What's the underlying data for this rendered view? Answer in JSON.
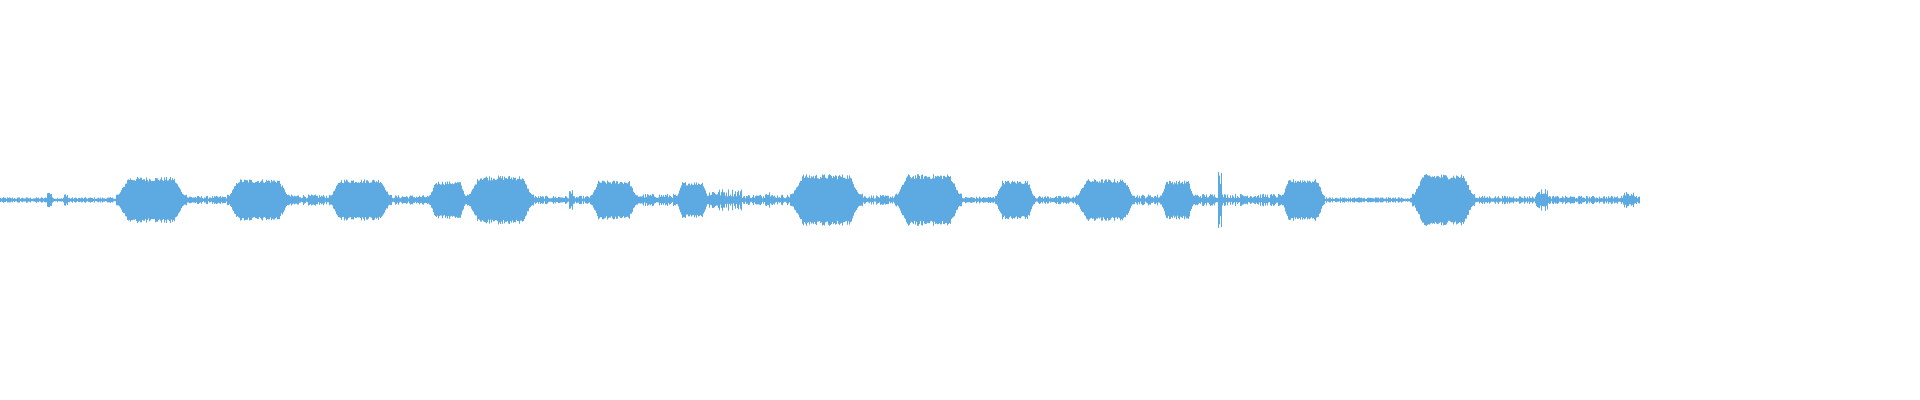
{
  "waveform": {
    "wave_color": "#5DA9E1",
    "background_color": "#FFFFFF",
    "progress": 0.854,
    "segments": [
      {
        "start": 0.0,
        "end": 0.06,
        "amp": 0.04,
        "kind": "quiet"
      },
      {
        "start": 0.024,
        "end": 0.027,
        "amp": 0.12,
        "kind": "spike"
      },
      {
        "start": 0.033,
        "end": 0.035,
        "amp": 0.1,
        "kind": "spike"
      },
      {
        "start": 0.06,
        "end": 0.097,
        "amp": 0.33,
        "kind": "burst"
      },
      {
        "start": 0.097,
        "end": 0.118,
        "amp": 0.06,
        "kind": "quiet"
      },
      {
        "start": 0.118,
        "end": 0.151,
        "amp": 0.3,
        "kind": "burst"
      },
      {
        "start": 0.151,
        "end": 0.171,
        "amp": 0.08,
        "kind": "quiet"
      },
      {
        "start": 0.171,
        "end": 0.204,
        "amp": 0.3,
        "kind": "burst"
      },
      {
        "start": 0.204,
        "end": 0.223,
        "amp": 0.07,
        "kind": "quiet"
      },
      {
        "start": 0.223,
        "end": 0.243,
        "amp": 0.27,
        "kind": "burst"
      },
      {
        "start": 0.243,
        "end": 0.278,
        "amp": 0.35,
        "kind": "burst"
      },
      {
        "start": 0.278,
        "end": 0.307,
        "amp": 0.06,
        "kind": "quiet"
      },
      {
        "start": 0.296,
        "end": 0.298,
        "amp": 0.14,
        "kind": "spike"
      },
      {
        "start": 0.307,
        "end": 0.332,
        "amp": 0.28,
        "kind": "burst"
      },
      {
        "start": 0.332,
        "end": 0.352,
        "amp": 0.09,
        "kind": "quiet"
      },
      {
        "start": 0.352,
        "end": 0.369,
        "amp": 0.26,
        "kind": "burst"
      },
      {
        "start": 0.369,
        "end": 0.386,
        "amp": 0.16,
        "kind": "quiet"
      },
      {
        "start": 0.386,
        "end": 0.411,
        "amp": 0.08,
        "kind": "quiet"
      },
      {
        "start": 0.398,
        "end": 0.401,
        "amp": 0.14,
        "kind": "spike"
      },
      {
        "start": 0.411,
        "end": 0.449,
        "amp": 0.37,
        "kind": "burst"
      },
      {
        "start": 0.449,
        "end": 0.466,
        "amp": 0.07,
        "kind": "quiet"
      },
      {
        "start": 0.466,
        "end": 0.501,
        "amp": 0.37,
        "kind": "burst"
      },
      {
        "start": 0.501,
        "end": 0.518,
        "amp": 0.05,
        "kind": "quiet"
      },
      {
        "start": 0.518,
        "end": 0.539,
        "amp": 0.28,
        "kind": "burst"
      },
      {
        "start": 0.539,
        "end": 0.56,
        "amp": 0.06,
        "kind": "quiet"
      },
      {
        "start": 0.56,
        "end": 0.591,
        "amp": 0.3,
        "kind": "burst"
      },
      {
        "start": 0.591,
        "end": 0.604,
        "amp": 0.08,
        "kind": "quiet"
      },
      {
        "start": 0.604,
        "end": 0.622,
        "amp": 0.28,
        "kind": "burst"
      },
      {
        "start": 0.622,
        "end": 0.667,
        "amp": 0.09,
        "kind": "quiet"
      },
      {
        "start": 0.634,
        "end": 0.636,
        "amp": 0.45,
        "kind": "spike"
      },
      {
        "start": 0.667,
        "end": 0.69,
        "amp": 0.3,
        "kind": "burst"
      },
      {
        "start": 0.69,
        "end": 0.735,
        "amp": 0.04,
        "kind": "quiet"
      },
      {
        "start": 0.735,
        "end": 0.768,
        "amp": 0.37,
        "kind": "burst"
      },
      {
        "start": 0.768,
        "end": 0.854,
        "amp": 0.06,
        "kind": "quiet"
      },
      {
        "start": 0.8,
        "end": 0.806,
        "amp": 0.16,
        "kind": "spike"
      },
      {
        "start": 0.845,
        "end": 0.851,
        "amp": 0.12,
        "kind": "spike"
      }
    ]
  }
}
